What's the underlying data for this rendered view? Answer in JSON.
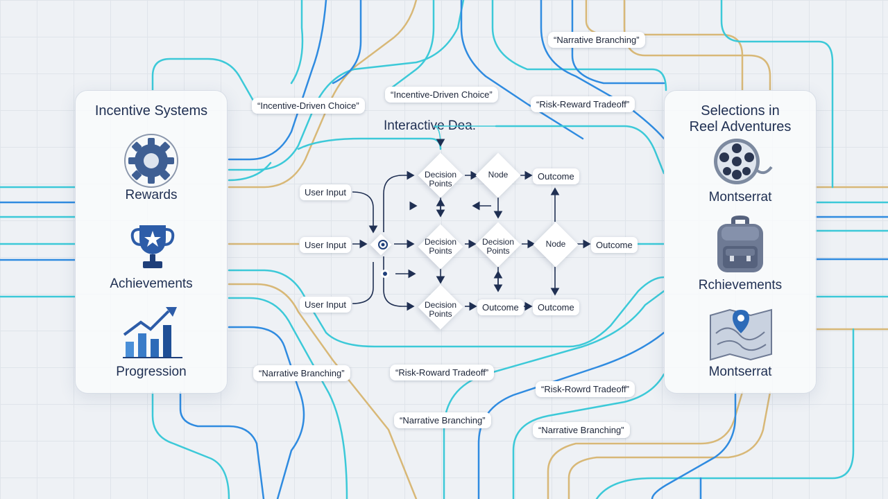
{
  "left_panel": {
    "title": "Incentive Systems",
    "items": [
      {
        "label": "Rewards",
        "icon": "gear-icon"
      },
      {
        "label": "Achievements",
        "icon": "trophy-icon"
      },
      {
        "label": "Progression",
        "icon": "bar-chart-icon"
      }
    ]
  },
  "right_panel": {
    "title_line1": "Selections in",
    "title_line2": "Reel Adventures",
    "items": [
      {
        "label": "Montserrat",
        "icon": "film-reel-icon"
      },
      {
        "label": "Rchievements",
        "icon": "backpack-icon"
      },
      {
        "label": "Montserrat",
        "icon": "map-pin-icon"
      }
    ]
  },
  "heading": "Interactive Dea.",
  "floating_labels": {
    "incentive_left": "“Incentive-Driven Choice”",
    "incentive_center": "“Incentive-Driven Choice”",
    "narrative_top": "“Narrative Branching”",
    "risk_top": "“Risk-Reward Tradeoff”",
    "narrative_bottom_left": "“Narrative Branching”",
    "risk_bottom_center": "“Risk-Roward Tradeoff”",
    "narrative_bottom_center": "“Narrative Branching”",
    "risk_bottom_right": "“Risk-Rowrd Tradeoff”",
    "narrative_bottom_right": "“Narrative Branching”"
  },
  "flow": {
    "user_input_1": "User Input",
    "user_input_2": "User Input",
    "user_input_3": "User Input",
    "decision_1": "Decision Points",
    "decision_2": "Decision Points",
    "decision_3": "Decision Points",
    "node_top": "Node",
    "decision_mid2": "Decision Points",
    "node_mid": "Node",
    "outcome_top": "Outcome",
    "outcome_mid": "Outcome",
    "outcome_bot1": "Outcome",
    "outcome_bot2": "Outcome"
  },
  "colors": {
    "cyan": "#3cc9d8",
    "blue": "#2f8be0",
    "gold": "#d8b877",
    "navy": "#1f2f52"
  }
}
